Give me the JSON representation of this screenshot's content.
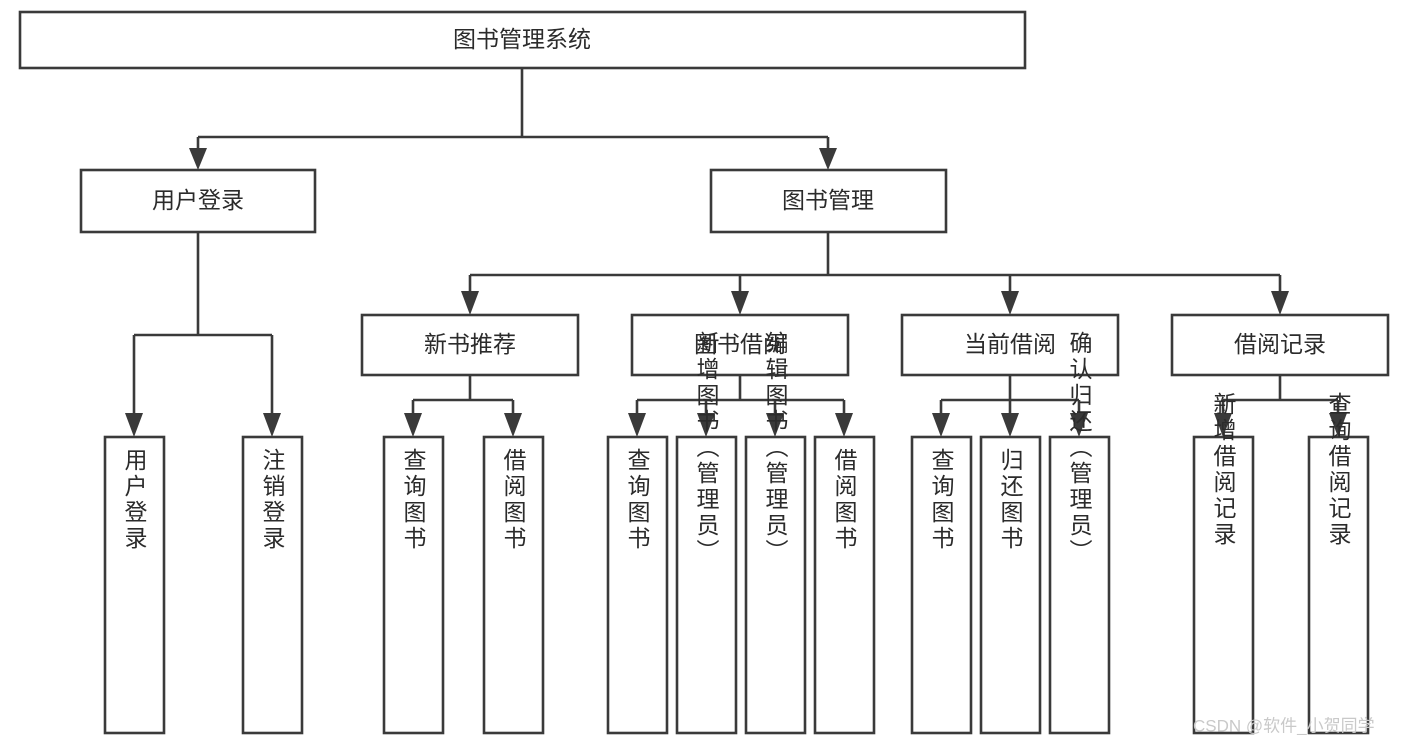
{
  "diagram": {
    "title": "图书管理系统",
    "type": "hierarchy-tree",
    "levels": 4,
    "colors": {
      "box_fill": "#ffffff",
      "box_stroke": "#3a3a3a",
      "text": "#2b2b2b",
      "watermark": "#c9c9c9",
      "background": "#ffffff"
    },
    "root": {
      "label": "图书管理系统",
      "orientation": "horizontal"
    },
    "level2": [
      {
        "label": "用户登录",
        "orientation": "horizontal"
      },
      {
        "label": "图书管理",
        "orientation": "horizontal"
      }
    ],
    "level3": [
      {
        "label": "新书推荐",
        "orientation": "horizontal",
        "parent": "图书管理"
      },
      {
        "label": "图书借阅",
        "orientation": "horizontal",
        "parent": "图书管理"
      },
      {
        "label": "当前借阅",
        "orientation": "horizontal",
        "parent": "图书管理"
      },
      {
        "label": "借阅记录",
        "orientation": "horizontal",
        "parent": "图书管理"
      }
    ],
    "leaves": {
      "用户登录": [
        {
          "label": "用户登录",
          "orientation": "vertical"
        },
        {
          "label": "注销登录",
          "orientation": "vertical"
        }
      ],
      "新书推荐": [
        {
          "label": "查询图书",
          "orientation": "vertical"
        },
        {
          "label": "借阅图书",
          "orientation": "vertical"
        }
      ],
      "图书借阅": [
        {
          "label": "查询图书",
          "orientation": "vertical"
        },
        {
          "label": "新增图书（管理员）",
          "orientation": "vertical"
        },
        {
          "label": "编辑图书（管理员）",
          "orientation": "vertical"
        },
        {
          "label": "借阅图书",
          "orientation": "vertical"
        }
      ],
      "当前借阅": [
        {
          "label": "查询图书",
          "orientation": "vertical"
        },
        {
          "label": "归还图书",
          "orientation": "vertical"
        },
        {
          "label": "确认归还（管理员）",
          "orientation": "vertical"
        }
      ],
      "借阅记录": [
        {
          "label": "新增借阅记录",
          "orientation": "vertical"
        },
        {
          "label": "查询借阅记录",
          "orientation": "vertical"
        }
      ]
    },
    "watermark": "CSDN @软件_小贺同学"
  }
}
